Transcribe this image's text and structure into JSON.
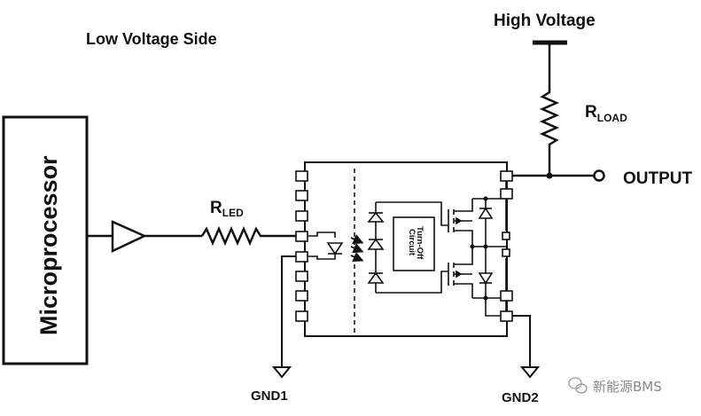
{
  "labels": {
    "low_voltage_side": "Low Voltage Side",
    "high_voltage": "High Voltage",
    "microprocessor": "Microprocessor",
    "r_led": "R",
    "r_led_sub": "LED",
    "r_load": "R",
    "r_load_sub": "LOAD",
    "output": "OUTPUT",
    "gnd1": "GND1",
    "gnd2": "GND2",
    "turn_off_circuit_line1": "Turn-Off",
    "turn_off_circuit_line2": "Circuit"
  },
  "watermark": {
    "text": "新能源BMS",
    "icon": "wechat-icon"
  },
  "colors": {
    "line": "#111111",
    "background": "#ffffff"
  }
}
